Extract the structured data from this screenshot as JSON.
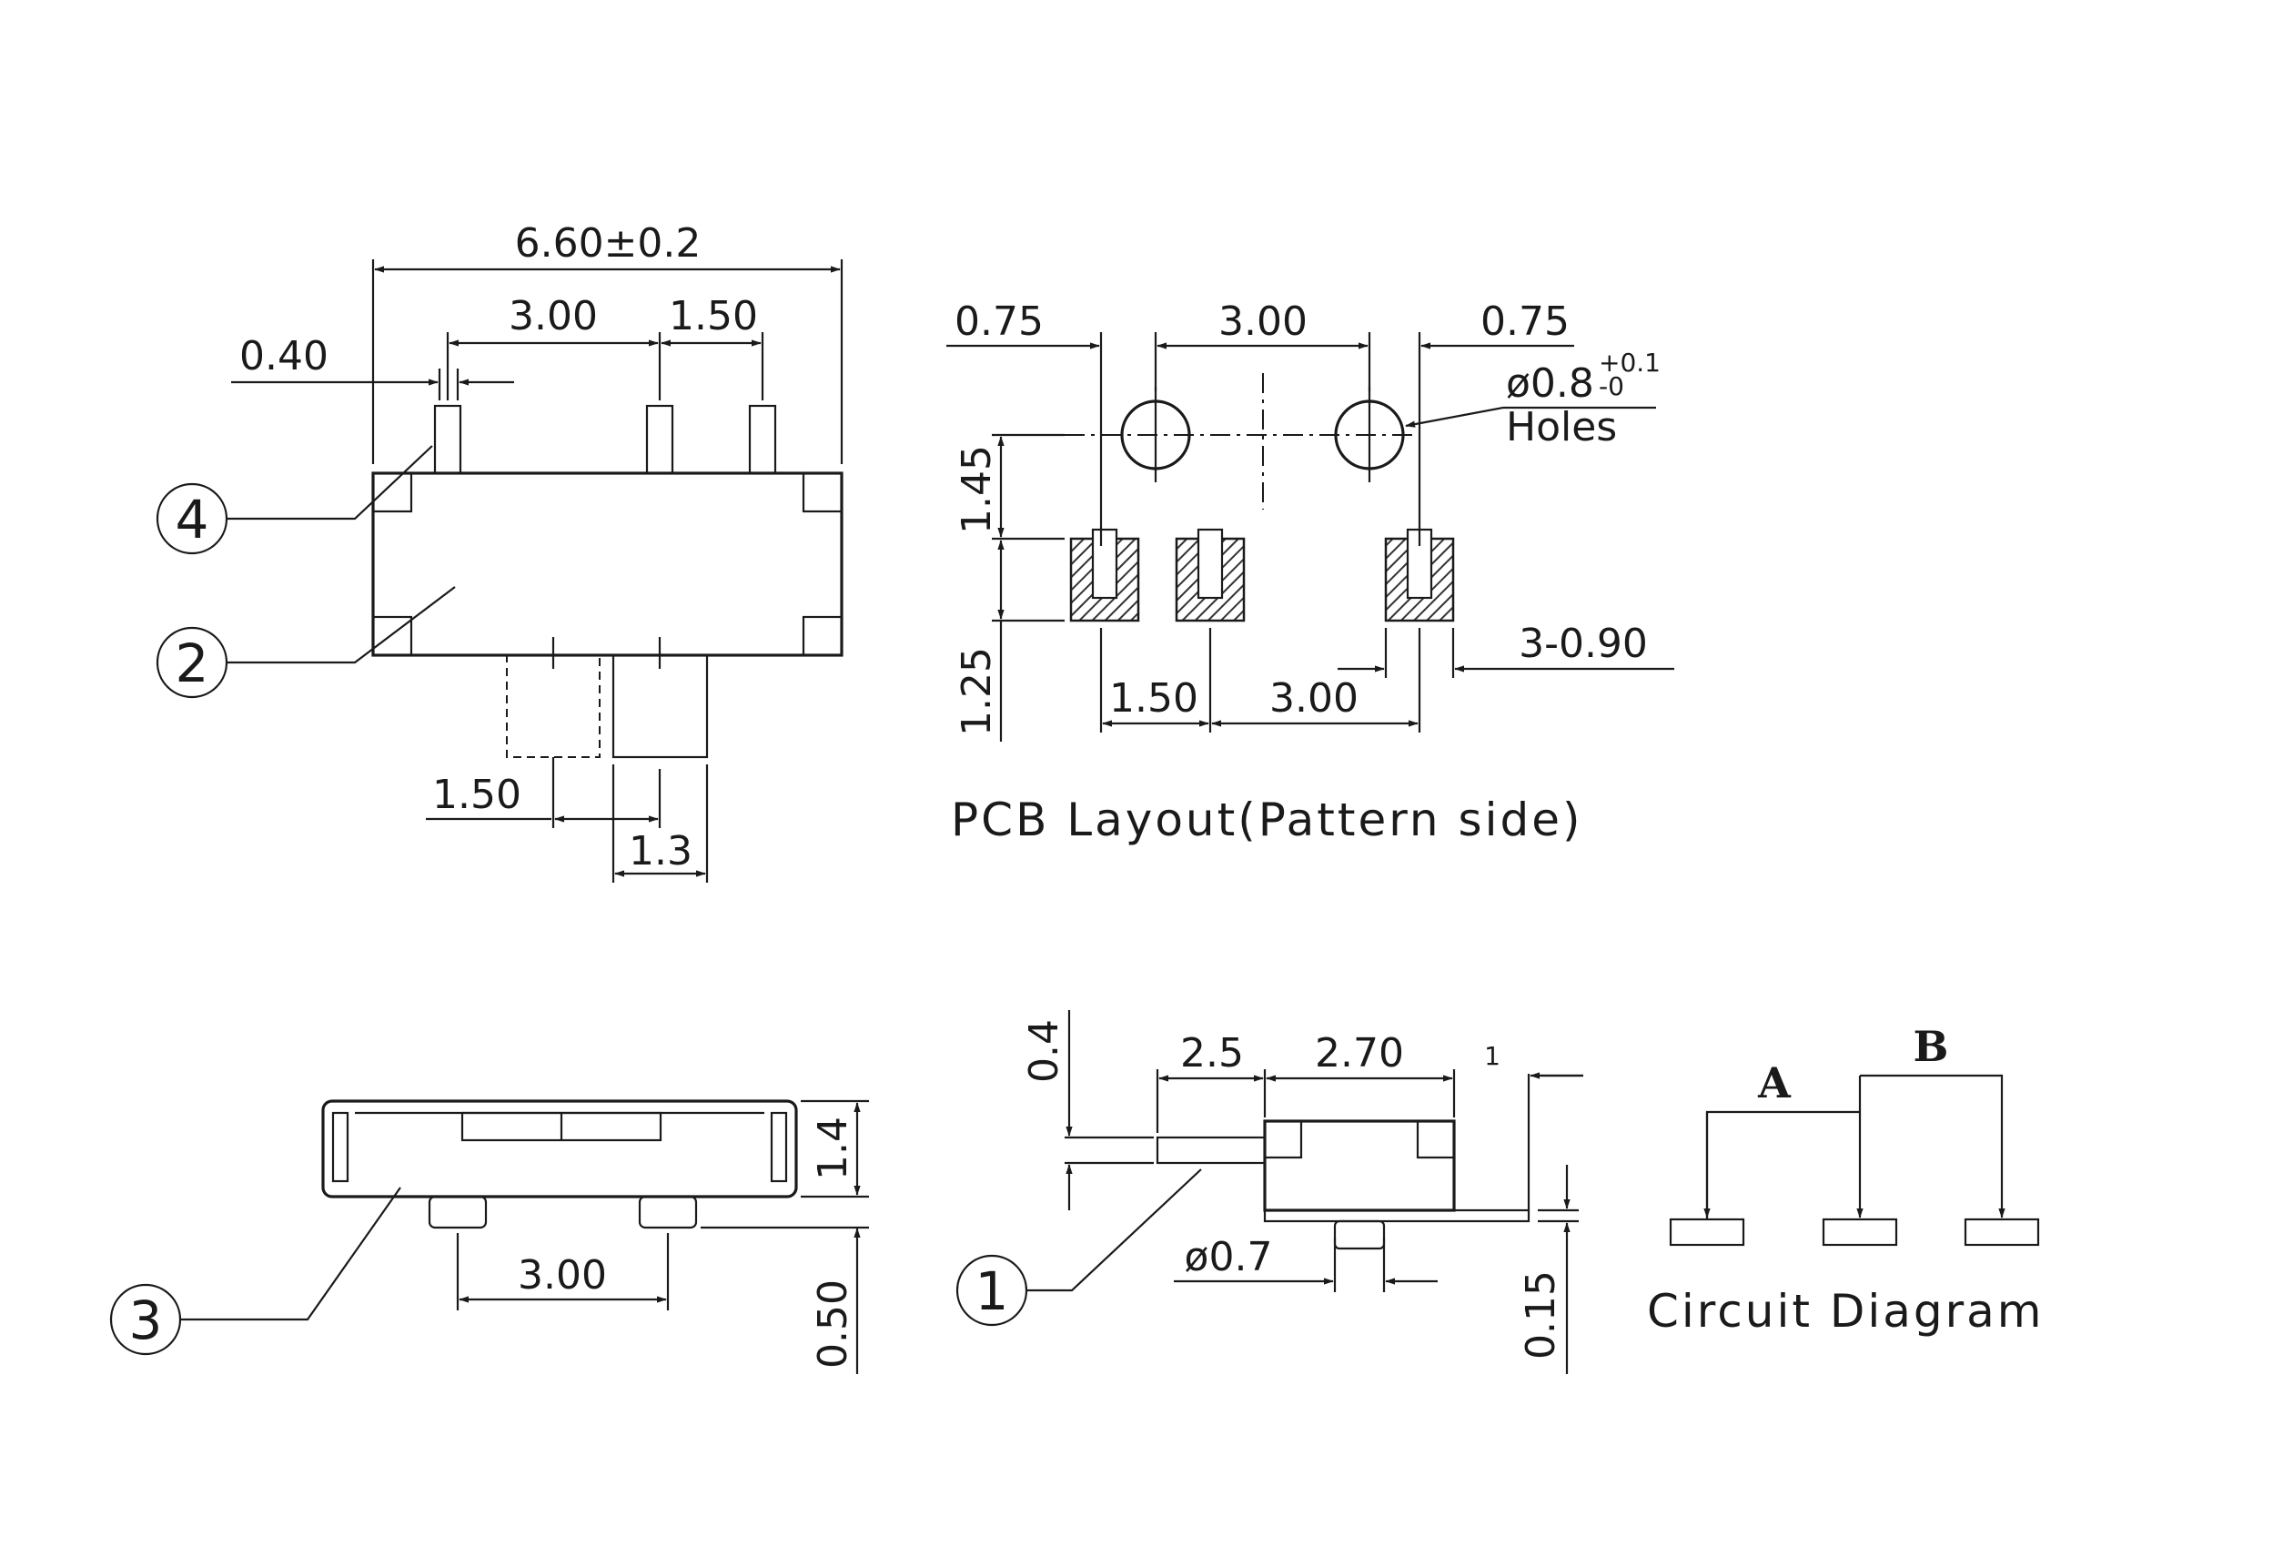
{
  "top_view": {
    "dim_overall": "6.60±0.2",
    "dim_pitch_a": "3.00",
    "dim_pitch_b": "1.50",
    "dim_pin_width": "0.40",
    "dim_knob_travel": "1.50",
    "dim_knob_width": "1.3",
    "callout_4": "4",
    "callout_2": "2"
  },
  "pcb_layout": {
    "dim_left_edge": "0.75",
    "dim_hole_pitch": "3.00",
    "dim_right_edge": "0.75",
    "hole_note_dia": "ø0.8",
    "hole_note_tol_plus": "+0.1",
    "hole_note_tol_minus": "-0",
    "hole_note_label": "Holes",
    "dim_row_offset": "1.45",
    "dim_pad_height": "1.25",
    "dim_pad_pitch_a": "1.50",
    "dim_pad_pitch_b": "3.00",
    "dim_pad_width": "3-0.90",
    "caption": "PCB Layout(Pattern side)"
  },
  "front_view": {
    "dim_height": "1.4",
    "dim_peg_pitch": "3.00",
    "dim_peg_height": "0.50",
    "callout_3": "3"
  },
  "side_view": {
    "dim_knob_offset": "0.4",
    "dim_knob_len": "2.5",
    "dim_body_len": "2.70",
    "dim_overall_height": "1",
    "dim_peg_dia": "ø0.7",
    "dim_terminal_thk": "0.15",
    "callout_1": "1"
  },
  "circuit": {
    "label_a": "A",
    "label_b": "B",
    "caption": "Circuit Diagram"
  }
}
